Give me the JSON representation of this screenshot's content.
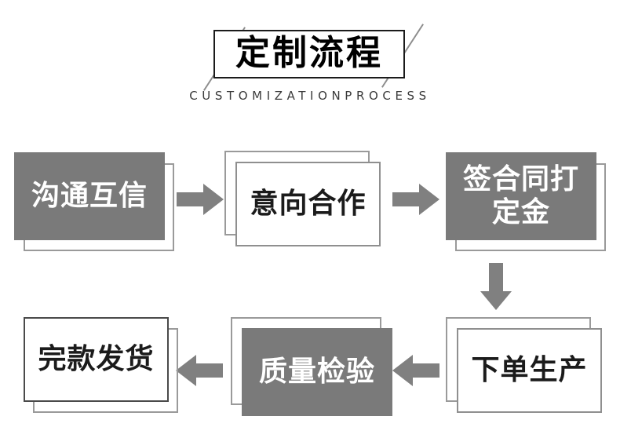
{
  "header": {
    "title": "定制流程",
    "subtitle": "CUSTOMIZATIONPROCESS",
    "frame_color": "#1b1b1b",
    "slash_color": "#8d8d8d"
  },
  "theme": {
    "fill_gray": "#7a7a7a",
    "outline_gray": "#9a9a9a",
    "outline_dark": "#4a4a4a",
    "arrow_gray": "#808080",
    "text_light": "#ffffff",
    "text_dark": "#1b1b1b",
    "background": "#ffffff"
  },
  "flow": {
    "steps": [
      {
        "id": "step-1",
        "order": 1,
        "label": "沟通互信",
        "style": "filled",
        "row": 1
      },
      {
        "id": "step-2",
        "order": 2,
        "label": "意向合作",
        "style": "outlined",
        "row": 1
      },
      {
        "id": "step-3",
        "order": 3,
        "label": "签合同打\n定金",
        "line1": "签合同打",
        "line2": "定金",
        "style": "filled",
        "row": 1
      },
      {
        "id": "step-4",
        "order": 4,
        "label": "下单生产",
        "style": "outlined",
        "row": 2
      },
      {
        "id": "step-5",
        "order": 5,
        "label": "质量检验",
        "style": "filled",
        "row": 2
      },
      {
        "id": "step-6",
        "order": 6,
        "label": "完款发货",
        "style": "outlined",
        "row": 2
      }
    ],
    "connectors": [
      {
        "id": "arrow-1",
        "from": "step-1",
        "to": "step-2",
        "direction": "right"
      },
      {
        "id": "arrow-2",
        "from": "step-2",
        "to": "step-3",
        "direction": "right"
      },
      {
        "id": "arrow-3",
        "from": "step-3",
        "to": "step-4",
        "direction": "down"
      },
      {
        "id": "arrow-4",
        "from": "step-4",
        "to": "step-5",
        "direction": "left"
      },
      {
        "id": "arrow-5",
        "from": "step-5",
        "to": "step-6",
        "direction": "left"
      }
    ]
  }
}
